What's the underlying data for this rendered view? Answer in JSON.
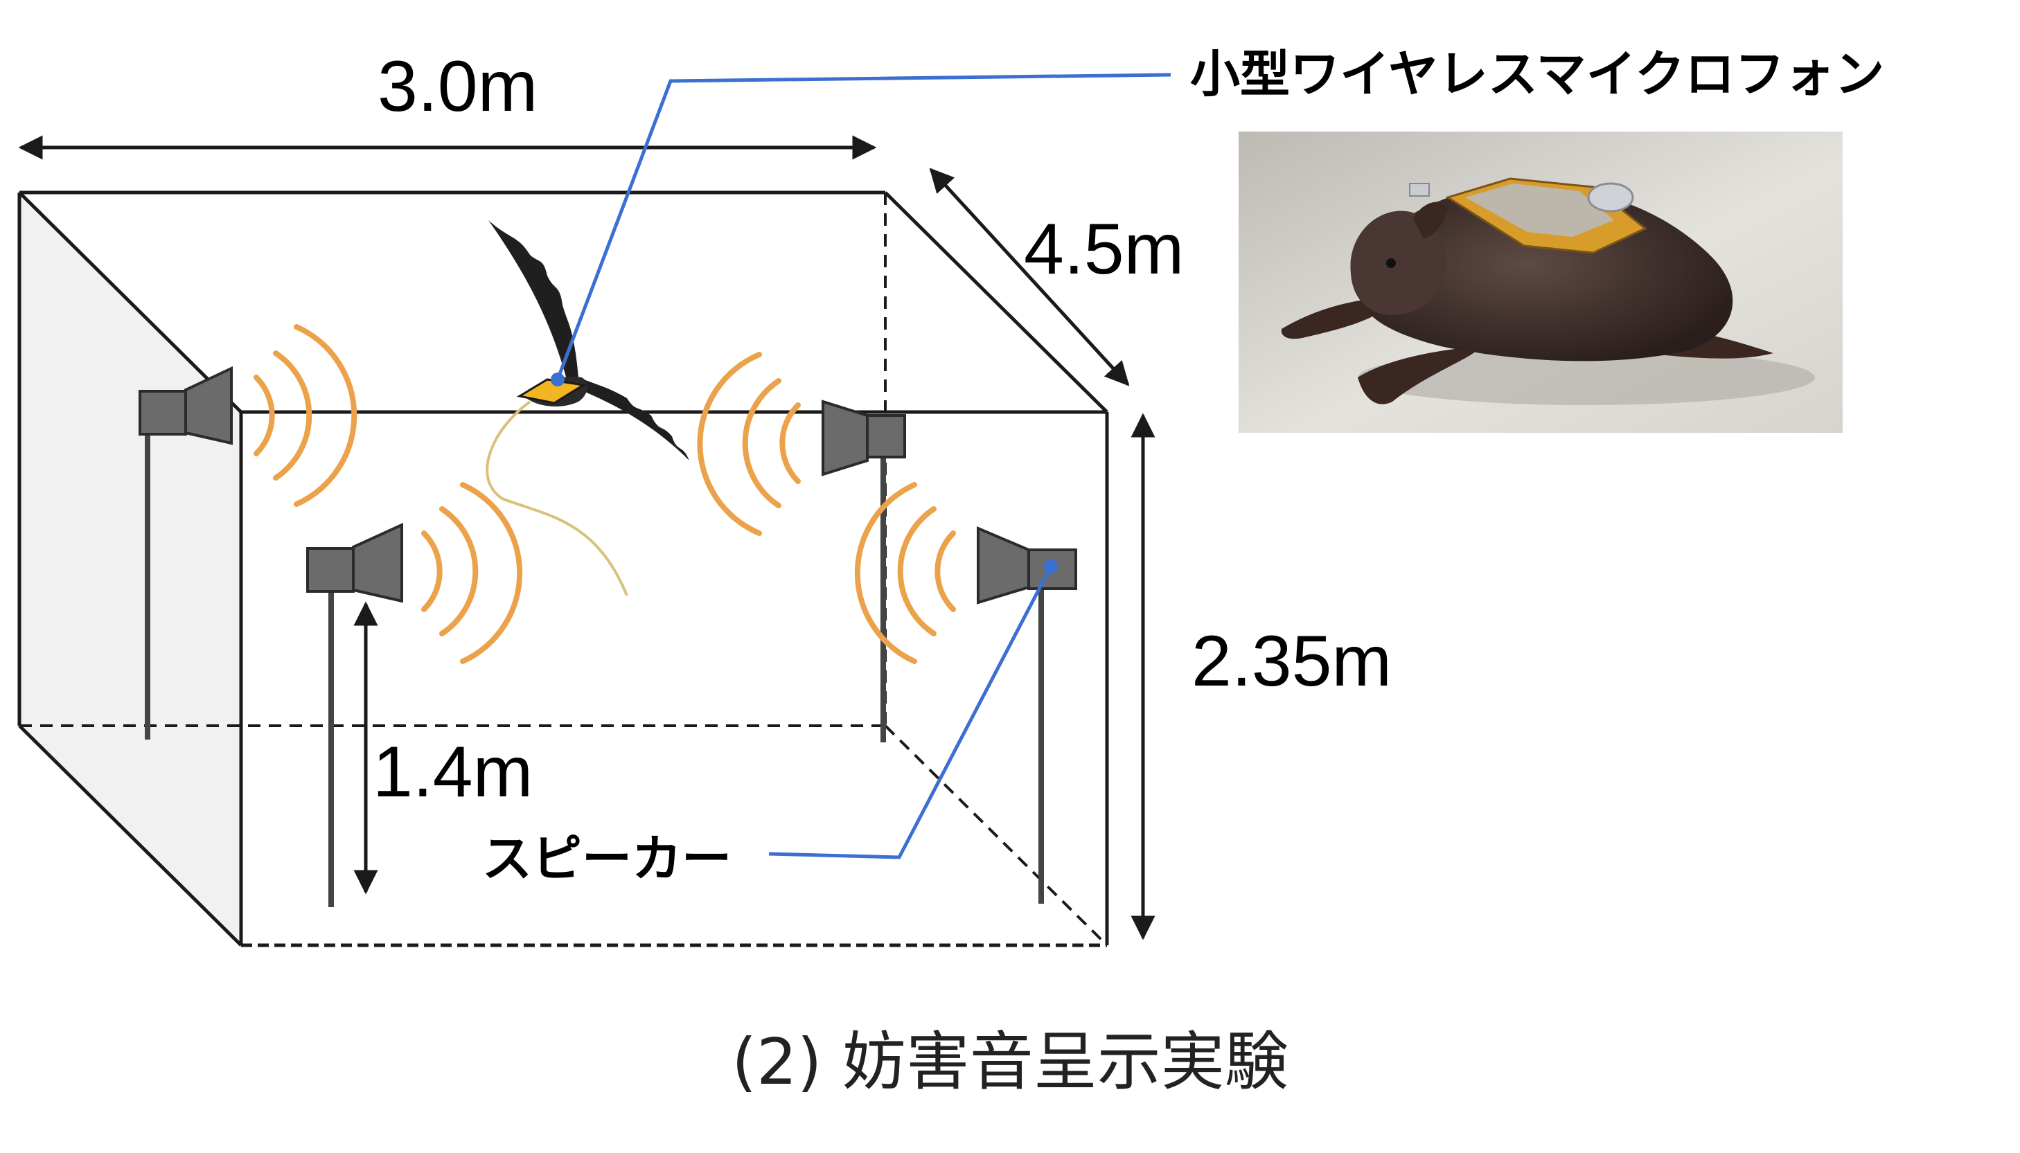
{
  "room": {
    "width_label": "3.0m",
    "depth_label": "4.5m",
    "height_label": "2.35m",
    "stand_height_label": "1.4m"
  },
  "labels": {
    "microphone": "小型ワイヤレスマイクロフォン",
    "speaker": "スピーカー"
  },
  "caption": "(2) 妨害音呈示実験",
  "colors": {
    "line": "#1a1a1a",
    "pointer": "#3b6fd1",
    "sound_wave": "#eba24a",
    "speaker_body": "#6b6b6b",
    "left_wall": "#f1f1f1",
    "mic_board": "#f2b623",
    "wire": "#d8c27a"
  }
}
